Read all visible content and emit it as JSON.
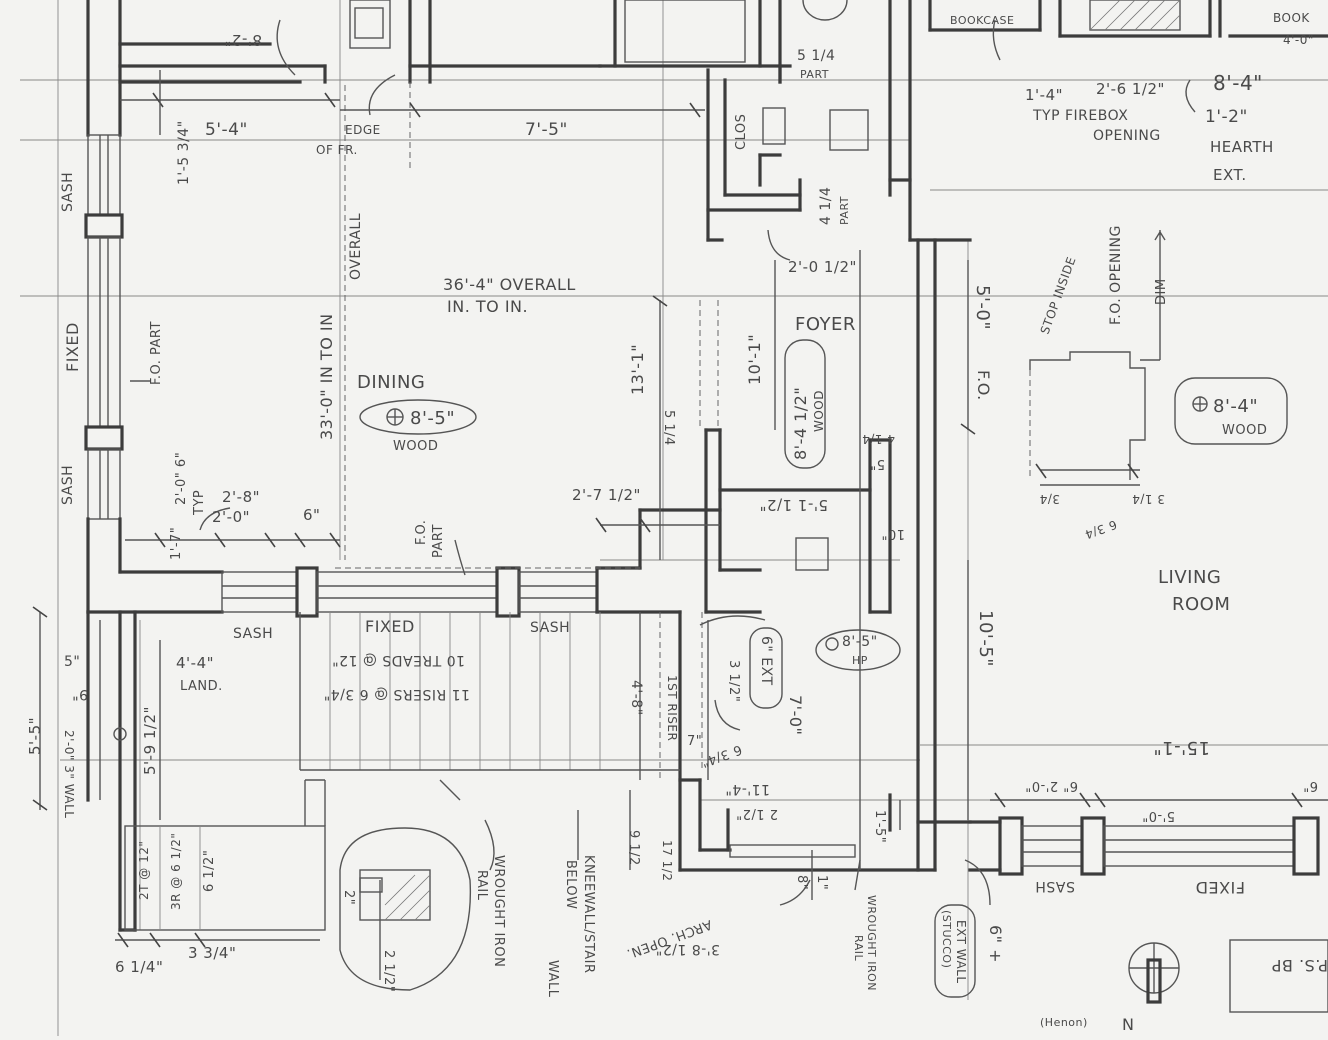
{
  "rooms": {
    "dining": "DINING",
    "foyer": "FOYER",
    "living": "LIVING",
    "living2": "ROOM"
  },
  "ceilings": {
    "dining_height": "8'-5\"",
    "dining_floor": "WOOD",
    "foyer_height": "8'-4 1/2\"",
    "foyer_floor": "WOOD",
    "living_height": "8'-4\"",
    "living_floor": "WOOD",
    "landing_height": "8'-5\"",
    "landing_floor": "HP"
  },
  "notes": {
    "overall_1": "36'-4\" OVERALL",
    "overall_2": "IN. TO IN.",
    "overall_v1": "33'-0\" IN TO IN",
    "overall_v2": "OVERALL",
    "bookcase": "BOOKCASE",
    "book": "BOOK",
    "book_dim": "4'-0\"",
    "firebox_1": "1'-4\"",
    "firebox_2": "2'-6 1/2\"",
    "firebox_3": "TYP FIREBOX",
    "firebox_4": "OPENING",
    "hearth_1": "8'-4\"",
    "hearth_2": "1'-2\"",
    "hearth_3": "HEARTH",
    "hearth_4": "EXT.",
    "edge": "EDGE",
    "edge2": "OF FR.",
    "clos": "CLOS",
    "part": "PART",
    "sash": "SASH",
    "fixed": "FIXED",
    "fo_part": "F.O. PART",
    "fo_part2": "F.O.",
    "fo_part3": "PART",
    "typ": "TYP",
    "fo_opening": "F.O. OPENING",
    "stop_inside": "STOP INSIDE",
    "dim": "DIM",
    "land": "LAND.",
    "land_dim": "4'-4\"",
    "risers": "11 RISERS @ 6 3/4\"",
    "treads": "10 TREADS @ 12\"",
    "first_riser": "1ST RISER",
    "ext": "6\" EXT",
    "wrought_iron_1": "WROUGHT IRON",
    "wrought_iron_2": "RAIL",
    "kneewall_1": "KNEEWALL/STAIR",
    "kneewall_2": "BELOW",
    "kneewall_3": "WALL",
    "arch_1": "3'-8 1/2\"",
    "arch_2": "ARCH. OPEN.",
    "ext_wall_1": "EXT WALL",
    "ext_wall_2": "(STUCCO)",
    "ext_wall_dim": "6\" +",
    "ps": "P.S. BP",
    "north": "N",
    "north_note": "(Henon)",
    "treads_small_1": "2T @ 12\"",
    "treads_small_2": "3R @ 6 1/2\""
  },
  "dims": {
    "d_8_2": "8'-2\"",
    "d_5_4": "5'-4\"",
    "d_1_5_3_4": "1'-5 3/4\"",
    "d_7_5": "7'-5\"",
    "d_5_1_4": "5 1/4",
    "d_4_1_4_a": "4 1/4",
    "d_4_1_4_b": "4 1/4",
    "d_2_0_1_2": "2'-0 1/2\"",
    "d_13_1": "13'-1\"",
    "d_10_1": "10'-1\"",
    "d_5_0": "5'-0\"",
    "d_f_o": "F.O.",
    "d_2_0_typ": "2'-0\" 6\"",
    "d_2_8": "2'-8\"",
    "d_2_0": "2'-0\"",
    "d_6": "6\"",
    "d_1_7": "1'-7\"",
    "d_2_7_1_2": "2'-7 1/2\"",
    "d_5_1_1_2": "5'-1 1/2\"",
    "d_10": "10\"",
    "d_5_1_4_b": "5 1/4",
    "d_5": "5\"",
    "d_3_1_4": "3 1/4",
    "d_6_3_4": "6 3/4",
    "d_3_4": "3/4",
    "d_10_5": "10'-5\"",
    "d_15_1": "15'-1\"",
    "d_6_2_0": "6\" 2'-0\"",
    "d_5_0_b": "5'-0\"",
    "d_6_c": "6\"",
    "d_5_5": "5'-5\"",
    "d_5_9_1_2": "5'-9 1/2\"",
    "d_5_b": "5\"",
    "d_9": "9\"",
    "d_2_0_3": "2'-0\" 3\" WALL",
    "d_4_8": "4'-8\"",
    "d_7_0": "7'-0\"",
    "d_3_1_2": "3 1/2\"",
    "d_6_3_4_b": "6 3/4\"",
    "d_7": "7\"",
    "d_11_4": "11'-4\"",
    "d_2_1_2": "2 1/2\"",
    "d_1_5": "1'-5\"",
    "d_9_1_2": "9 1/2",
    "d_17_1_2": "17 1/2",
    "d_6_1_4": "6 1/4\"",
    "d_3_3_4": "3 3/4\"",
    "d_2_in": "2\"",
    "d_2_1_2_b": "2 1/2\"",
    "d_6_1_2": "6 1/2\"",
    "d_8_in": "8\"",
    "d_1_in": "1\""
  }
}
